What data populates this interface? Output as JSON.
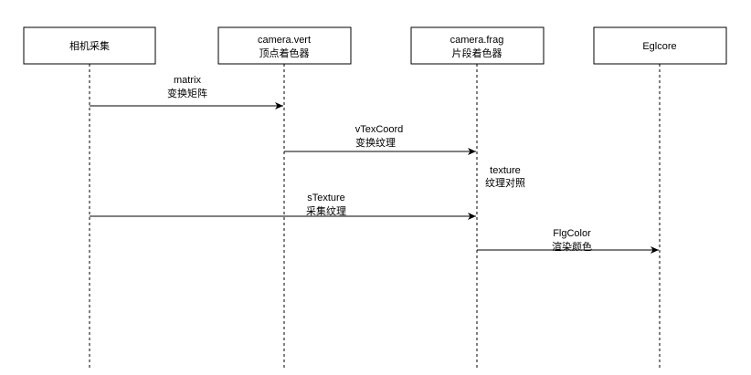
{
  "participants": [
    {
      "id": "capture",
      "line1": "相机采集",
      "line2": ""
    },
    {
      "id": "vert",
      "line1": "camera.vert",
      "line2": "顶点着色器"
    },
    {
      "id": "frag",
      "line1": "camera.frag",
      "line2": "片段着色器"
    },
    {
      "id": "eglcore",
      "line1": "Eglcore",
      "line2": ""
    }
  ],
  "messages": [
    {
      "from": "capture",
      "to": "vert",
      "line1": "matrix",
      "line2": "变换矩阵"
    },
    {
      "from": "vert",
      "to": "frag",
      "line1": "vTexCoord",
      "line2": "变换纹理"
    },
    {
      "from": "capture",
      "to": "frag",
      "line1": "sTexture",
      "line2": "采集纹理"
    },
    {
      "from": "frag",
      "to": "eglcore",
      "line1": "FlgColor",
      "line2": "渲染颜色"
    }
  ],
  "notes": [
    {
      "at": "frag",
      "line1": "texture",
      "line2": "纹理对照"
    }
  ]
}
